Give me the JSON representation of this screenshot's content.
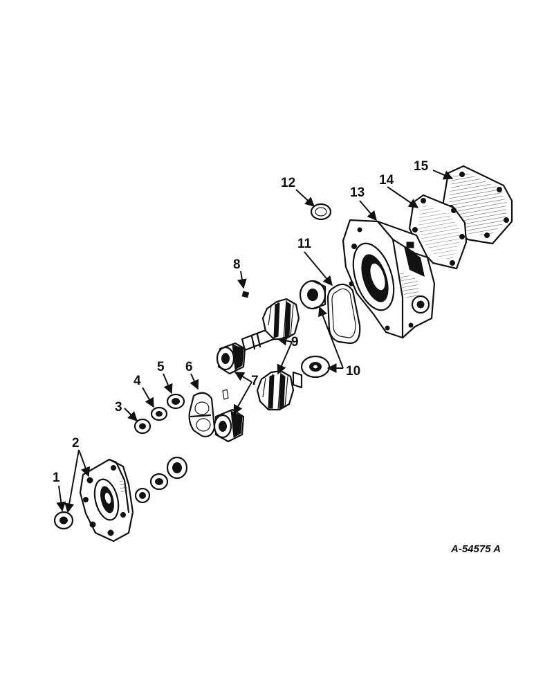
{
  "diagram": {
    "drawing_number": "A-54575 A",
    "callouts": [
      {
        "id": "1",
        "label": "1"
      },
      {
        "id": "2",
        "label": "2"
      },
      {
        "id": "3",
        "label": "3"
      },
      {
        "id": "4",
        "label": "4"
      },
      {
        "id": "5",
        "label": "5"
      },
      {
        "id": "6",
        "label": "6"
      },
      {
        "id": "7",
        "label": "7"
      },
      {
        "id": "8",
        "label": "8"
      },
      {
        "id": "9",
        "label": "9"
      },
      {
        "id": "10",
        "label": "10"
      },
      {
        "id": "11",
        "label": "11"
      },
      {
        "id": "12",
        "label": "12"
      },
      {
        "id": "13",
        "label": "13"
      },
      {
        "id": "14",
        "label": "14"
      },
      {
        "id": "15",
        "label": "15"
      }
    ]
  }
}
